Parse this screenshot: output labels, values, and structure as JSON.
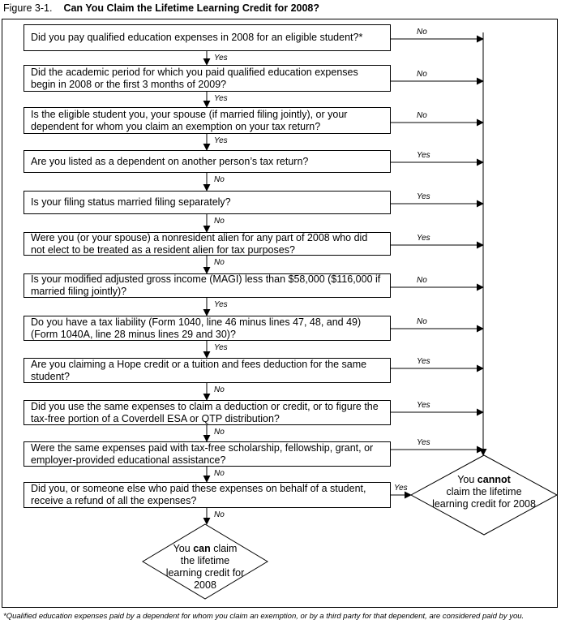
{
  "figure": {
    "number": "Figure 3-1.",
    "title": "Can You Claim the Lifetime Learning Credit for 2008?"
  },
  "questions": [
    {
      "text": "Did you pay qualified education expenses in 2008 for an eligible student?*",
      "side_label": "No",
      "down_label": "Yes"
    },
    {
      "text": "Did the academic period for which you paid qualified education expenses begin in 2008 or the first 3 months of 2009?",
      "side_label": "No",
      "down_label": "Yes"
    },
    {
      "text": "Is the eligible student you, your spouse (if married filing jointly), or your dependent for whom you claim an exemption on your tax return?",
      "side_label": "No",
      "down_label": "Yes"
    },
    {
      "text": "Are you listed as a dependent on another person’s tax return?",
      "side_label": "Yes",
      "down_label": "No"
    },
    {
      "text": "Is your filing status married filing separately?",
      "side_label": "Yes",
      "down_label": "No"
    },
    {
      "text": "Were you (or your spouse) a nonresident alien for any part of 2008 who did not elect to be treated as a resident alien for tax purposes?",
      "side_label": "Yes",
      "down_label": "No"
    },
    {
      "text": "Is your modified adjusted gross income (MAGI) less than $58,000 ($116,000 if married filing jointly)?",
      "side_label": "No",
      "down_label": "Yes"
    },
    {
      "text": "Do you have a tax liability (Form 1040, line 46 minus lines 47, 48, and 49) (Form 1040A, line 28 minus lines 29 and 30)?",
      "side_label": "No",
      "down_label": "Yes"
    },
    {
      "text": "Are you claiming a Hope credit or a tuition and fees deduction for the same student?",
      "side_label": "Yes",
      "down_label": "No"
    },
    {
      "text": "Did you use the same expenses to claim a deduction or credit, or to figure the tax-free portion of a Coverdell ESA or QTP distribution?",
      "side_label": "Yes",
      "down_label": "No"
    },
    {
      "text": "Were the same expenses paid with tax-free scholarship, fellowship, grant, or employer-provided educational assistance?",
      "side_label": "Yes",
      "down_label": "No"
    },
    {
      "text": "Did you, or someone else who paid these expenses on behalf of a student, receive a refund of all the expenses?",
      "side_label": "Yes",
      "down_label": "No"
    }
  ],
  "outcomes": {
    "cannot": {
      "line1_pre": "You ",
      "line1_bold": "cannot",
      "rest": "claim the lifetime learning credit for 2008"
    },
    "can": {
      "line1_pre": "You ",
      "line1_bold": "can",
      "line1_post": " claim",
      "rest": "the lifetime learning credit for 2008"
    }
  },
  "footnote": "*Qualified education expenses paid by a dependent for whom you claim an exemption, or by a third party for that dependent, are considered paid by you."
}
